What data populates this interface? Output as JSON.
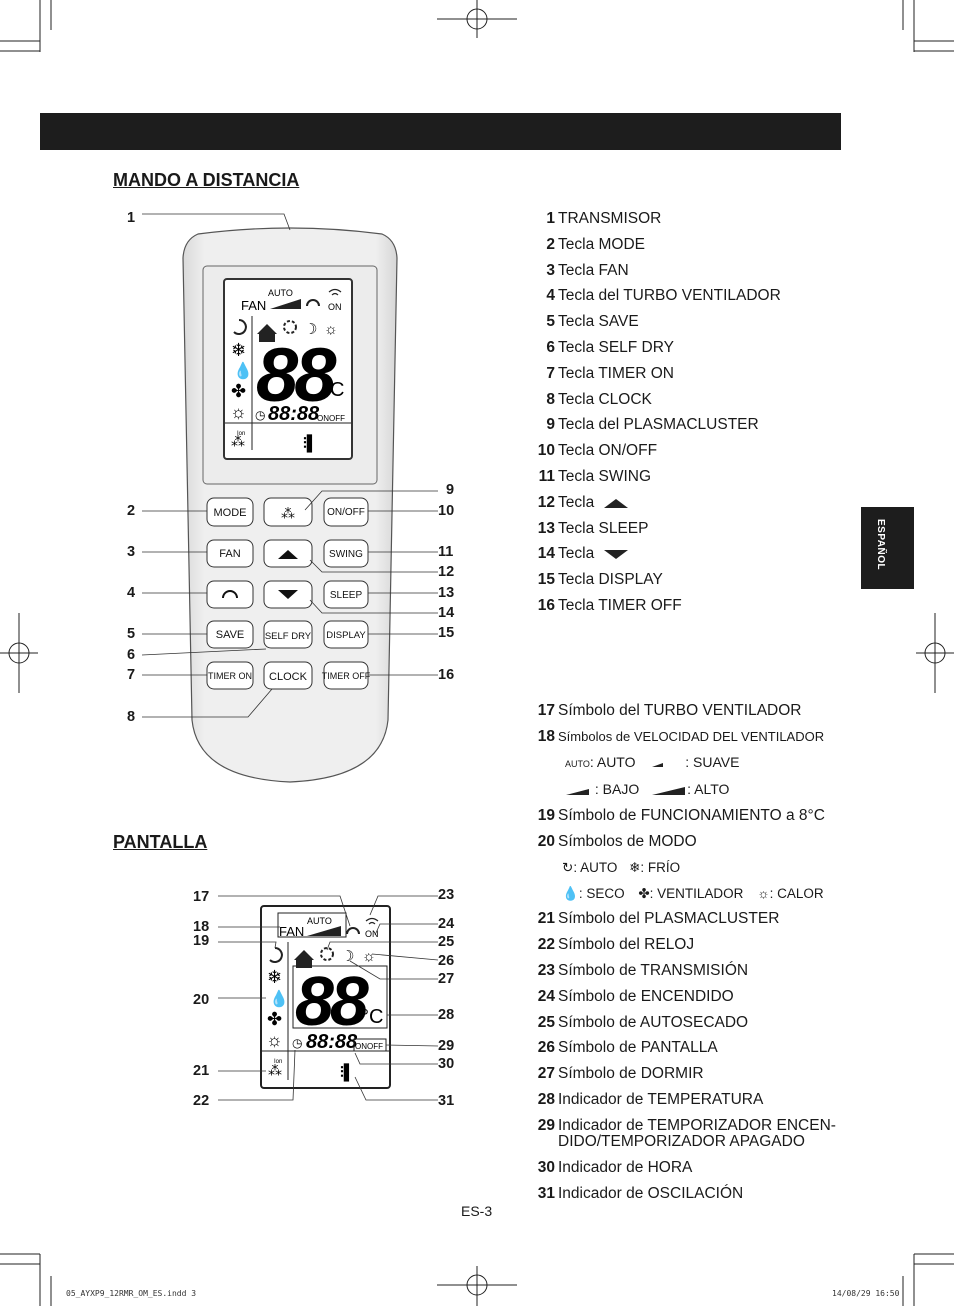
{
  "header": {
    "bar_color": "#1d1d1d"
  },
  "sections": {
    "remote_title": "MANDO A DISTANCIA",
    "display_title": "PANTALLA"
  },
  "language_tab": "ESPAÑOL",
  "remote": {
    "lcd": {
      "auto": "AUTO",
      "fan": "FAN",
      "on": "ON",
      "temp": "88",
      "unit": "°C",
      "clock": "88:88",
      "onoff": "ONOFF",
      "ion": "Ion"
    },
    "buttons": {
      "mode": "MODE",
      "onoff": "ON/OFF",
      "fan": "FAN",
      "swing": "SWING",
      "sleep": "SLEEP",
      "save": "SAVE",
      "self_dry": "SELF DRY",
      "display": "DISPLAY",
      "timer_on": "TIMER ON",
      "clock": "CLOCK",
      "timer_off": "TIMER OFF"
    },
    "callouts_left": [
      "1",
      "2",
      "3",
      "4",
      "5",
      "6",
      "7",
      "8"
    ],
    "callouts_right": [
      "9",
      "10",
      "11",
      "12",
      "13",
      "14",
      "15",
      "16"
    ]
  },
  "display": {
    "lcd": {
      "auto": "AUTO",
      "fan": "FAN",
      "on": "ON",
      "temp": "88",
      "unit": "°C",
      "clock": "88:88",
      "onoff": "ONOFF",
      "ion": "Ion"
    },
    "callouts_left": [
      "17",
      "18",
      "19",
      "20",
      "21",
      "22"
    ],
    "callouts_right": [
      "23",
      "24",
      "25",
      "26",
      "27",
      "28",
      "29",
      "30",
      "31"
    ]
  },
  "remote_list": [
    {
      "n": "1",
      "t": "TRANSMISOR"
    },
    {
      "n": "2",
      "t": "Tecla MODE"
    },
    {
      "n": "3",
      "t": "Tecla FAN"
    },
    {
      "n": "4",
      "t": "Tecla del TURBO VENTILADOR"
    },
    {
      "n": "5",
      "t": "Tecla SAVE"
    },
    {
      "n": "6",
      "t": "Tecla SELF DRY"
    },
    {
      "n": "7",
      "t": "Tecla TIMER ON"
    },
    {
      "n": "8",
      "t": "Tecla CLOCK"
    },
    {
      "n": "9",
      "t": "Tecla del PLASMACLUSTER"
    },
    {
      "n": "10",
      "t": "Tecla ON/OFF"
    },
    {
      "n": "11",
      "t": "Tecla SWING"
    },
    {
      "n": "12",
      "t": "Tecla"
    },
    {
      "n": "13",
      "t": "Tecla SLEEP"
    },
    {
      "n": "14",
      "t": "Tecla"
    },
    {
      "n": "15",
      "t": "Tecla DISPLAY"
    },
    {
      "n": "16",
      "t": "Tecla TIMER OFF"
    }
  ],
  "display_list_a": [
    {
      "n": "17",
      "t": "Símbolo del TURBO VENTILADOR"
    },
    {
      "n": "18",
      "t": "Símbolos de VELOCIDAD DEL VENTILADOR"
    }
  ],
  "fan_speed_legend": {
    "auto_icon": "AUTO",
    "auto": ": AUTO",
    "suave": ": SUAVE",
    "bajo": ": BAJO",
    "alto": ": ALTO"
  },
  "display_list_b": [
    {
      "n": "19",
      "t": "Símbolo de FUNCIONAMIENTO a 8°C"
    },
    {
      "n": "20",
      "t": "Símbolos de MODO"
    }
  ],
  "mode_legend": {
    "auto": ": AUTO",
    "frio": ": FRÍO",
    "seco": ": SECO",
    "ventilador": ": VENTILADOR",
    "calor": ": CALOR"
  },
  "display_list_c": [
    {
      "n": "21",
      "t": "Símbolo del PLASMACLUSTER"
    },
    {
      "n": "22",
      "t": "Símbolo del RELOJ"
    },
    {
      "n": "23",
      "t": "Símbolo de TRANSMISIÓN"
    },
    {
      "n": "24",
      "t": "Símbolo de ENCENDIDO"
    },
    {
      "n": "25",
      "t": "Símbolo de AUTOSECADO"
    },
    {
      "n": "26",
      "t": "Símbolo de PANTALLA"
    },
    {
      "n": "27",
      "t": "Símbolo de DORMIR"
    },
    {
      "n": "28",
      "t": "Indicador de TEMPERATURA"
    }
  ],
  "item29": {
    "n": "29",
    "t1": "Indicador de TEMPORIZADOR ENCEN-",
    "t2": "DIDO/TEMPORIZADOR APAGADO"
  },
  "display_list_d": [
    {
      "n": "30",
      "t": "Indicador de HORA"
    },
    {
      "n": "31",
      "t": "Indicador de OSCILACIÓN"
    }
  ],
  "page_number": "ES-3",
  "footer": {
    "file": "05_AYXP9_12RMR_OM_ES.indd   3",
    "date": "14/08/29   16:50"
  }
}
